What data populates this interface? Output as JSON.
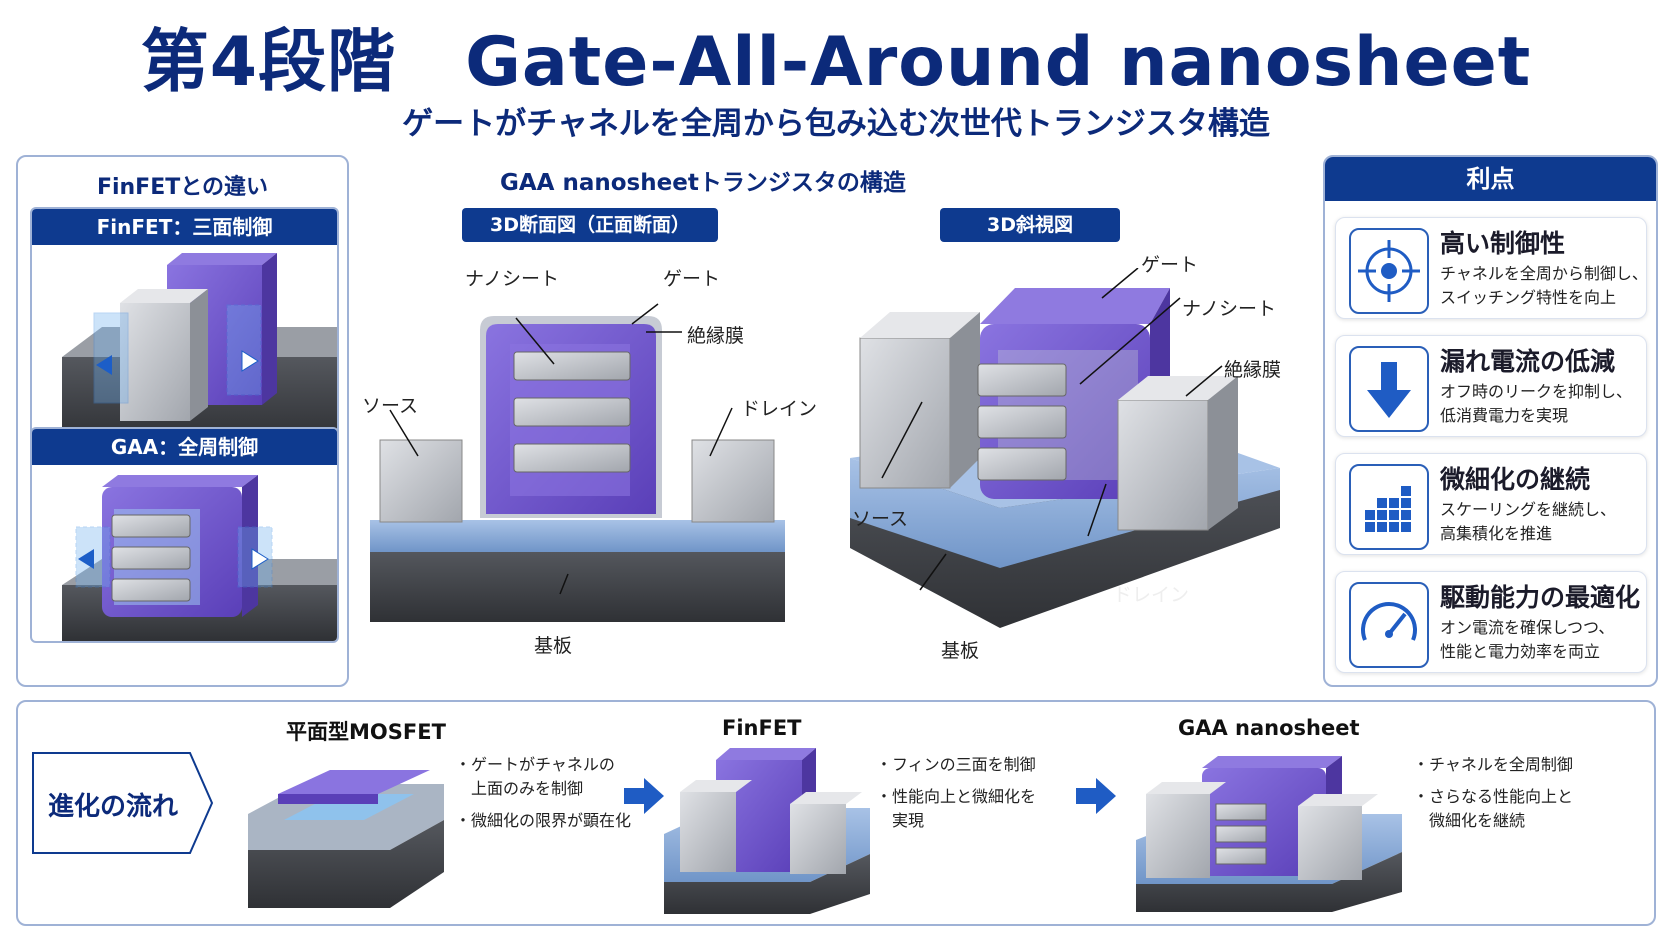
{
  "header": {
    "title": "第4段階　Gate-All-Around nanosheet",
    "subtitle": "ゲートがチャネルを全周から包み込む次世代トランジスタ構造"
  },
  "left": {
    "title": "FinFETとの違い",
    "finfet_label": "FinFET：三面制御",
    "gaa_label": "GAA：全周制御"
  },
  "center": {
    "title": "GAA nanosheetトランジスタの構造",
    "section": {
      "tag": "3D断面図（正面断面）",
      "nanosheet": "ナノシート",
      "gate": "ゲート",
      "insulator": "絶縁膜",
      "source": "ソース",
      "drain": "ドレイン",
      "substrate": "基板"
    },
    "oblique": {
      "tag": "3D斜視図",
      "gate": "ゲート",
      "nanosheet": "ナノシート",
      "insulator": "絶縁膜",
      "source": "ソース",
      "drain": "ドレイン",
      "substrate": "基板"
    }
  },
  "advantages": {
    "title": "利点",
    "items": [
      {
        "icon": "target-icon",
        "title": "高い制御性",
        "desc": [
          "チャネルを全周から制御し、",
          "スイッチング特性を向上"
        ]
      },
      {
        "icon": "down-arrow-icon",
        "title": "漏れ電流の低減",
        "desc": [
          "オフ時のリークを抑制し、",
          "低消費電力を実現"
        ]
      },
      {
        "icon": "grid-scaling-icon",
        "title": "微細化の継続",
        "desc": [
          "スケーリングを継続し、",
          "高集積化を推進"
        ]
      },
      {
        "icon": "gauge-icon",
        "title": "駆動能力の最適化",
        "desc": [
          "オン電流を確保しつつ、",
          "性能と電力効率を両立"
        ]
      }
    ]
  },
  "evolution": {
    "label": "進化の流れ",
    "stages": [
      {
        "name": "平面型MOSFET",
        "bullets": [
          [
            "・ゲートがチャネルの",
            "　上面のみを制御"
          ],
          [
            "・微細化の限界が顕在化"
          ]
        ]
      },
      {
        "name": "FinFET",
        "bullets": [
          [
            "・フィンの三面を制御"
          ],
          [
            "・性能向上と微細化を",
            "　実現"
          ]
        ]
      },
      {
        "name": "GAA nanosheet",
        "bullets": [
          [
            "・チャネルを全周制御"
          ],
          [
            "・さらなる性能向上と",
            "　微細化を継続"
          ]
        ]
      }
    ]
  },
  "colors": {
    "navy": "#0e3a8f",
    "gate_purple": "#6a52c8",
    "silicon_gray": "#b9bcc2",
    "oxide_blue": "#8fb0d8",
    "substrate_dark": "#3f4247"
  }
}
